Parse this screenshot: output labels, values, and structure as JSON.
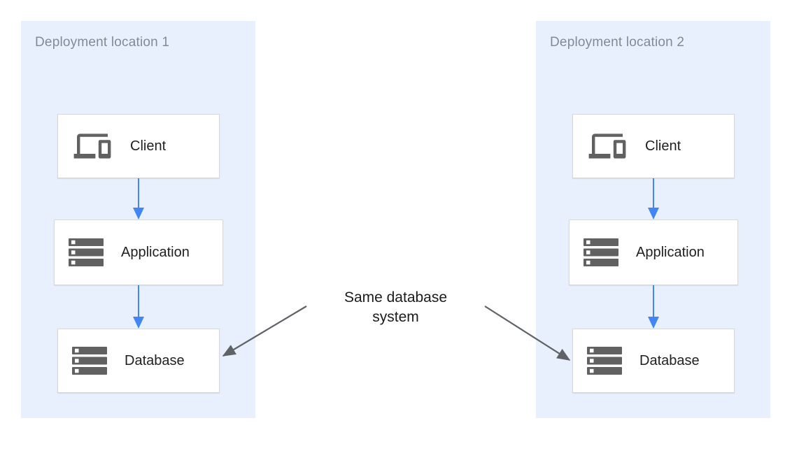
{
  "colors": {
    "panel_bg": "#e8f0fe",
    "panel_label": "#818b98",
    "box_bg": "#ffffff",
    "box_border": "#d6d8da",
    "box_label": "#212121",
    "icon_gray": "#616161",
    "flow_arrow": "#4285f4",
    "annotation_arrow": "#5f6368",
    "annotation_text": "#1b1b1b",
    "canvas_bg": "#ffffff"
  },
  "panels": [
    {
      "label": "Deployment location 1",
      "nodes": [
        {
          "id": "client",
          "label": "Client",
          "icon": "devices-icon"
        },
        {
          "id": "application",
          "label": "Application",
          "icon": "server-stack-icon"
        },
        {
          "id": "database",
          "label": "Database",
          "icon": "server-stack-icon"
        }
      ]
    },
    {
      "label": "Deployment location 2",
      "nodes": [
        {
          "id": "client",
          "label": "Client",
          "icon": "devices-icon"
        },
        {
          "id": "application",
          "label": "Application",
          "icon": "server-stack-icon"
        },
        {
          "id": "database",
          "label": "Database",
          "icon": "server-stack-icon"
        }
      ]
    }
  ],
  "annotation": {
    "line1": "Same database",
    "line2": "system",
    "full_text": "Same database system"
  },
  "connections": [
    {
      "from": "location-1 client",
      "to": "location-1 application",
      "style": "blue-arrow"
    },
    {
      "from": "location-1 application",
      "to": "location-1 database",
      "style": "blue-arrow"
    },
    {
      "from": "location-2 client",
      "to": "location-2 application",
      "style": "blue-arrow"
    },
    {
      "from": "location-2 application",
      "to": "location-2 database",
      "style": "blue-arrow"
    },
    {
      "from": "annotation",
      "to": "location-1 database",
      "style": "gray-arrow"
    },
    {
      "from": "annotation",
      "to": "location-2 database",
      "style": "gray-arrow"
    }
  ]
}
